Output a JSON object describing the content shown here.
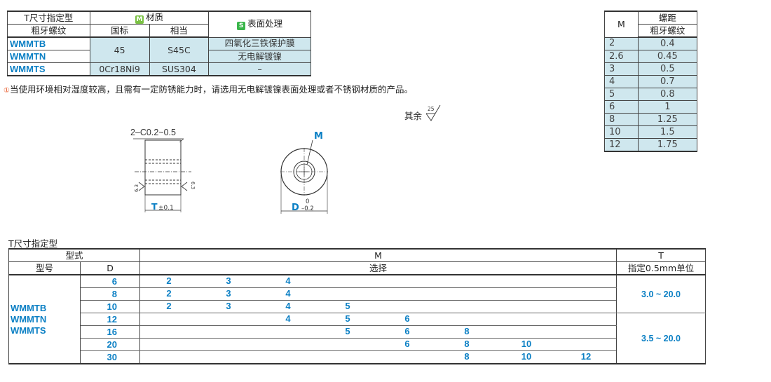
{
  "material_table": {
    "header_type_1": "T尺寸指定型",
    "header_type_2": "粗牙螺纹",
    "header_material_badge": "M",
    "header_material": "材质",
    "header_gb": "国标",
    "header_equiv": "相当",
    "header_surface_badge": "S",
    "header_surface": "表面处理",
    "rows": [
      {
        "product": "WMMTB",
        "gb": "45",
        "equiv": "S45C",
        "surface": "四氧化三铁保护膜"
      },
      {
        "product": "WMMTN",
        "surface": "无电解镀镍"
      },
      {
        "product": "WMMTS",
        "gb": "0Cr18Ni9",
        "equiv": "SUS304",
        "surface": "–"
      }
    ]
  },
  "note": {
    "mark": "①",
    "text": "当使用环境相对湿度较高，且需有一定防锈能力时，请选用无电解镀镍表面处理或者不锈钢材质的产品。"
  },
  "pitch_table": {
    "header_m": "M",
    "header_pitch_1": "螺距",
    "header_pitch_2": "粗牙螺纹",
    "rows": [
      {
        "m": "2",
        "p": "0.4"
      },
      {
        "m": "2.6",
        "p": "0.45"
      },
      {
        "m": "3",
        "p": "0.5"
      },
      {
        "m": "4",
        "p": "0.7"
      },
      {
        "m": "5",
        "p": "0.8"
      },
      {
        "m": "6",
        "p": "1"
      },
      {
        "m": "8",
        "p": "1.25"
      },
      {
        "m": "10",
        "p": "1.5"
      },
      {
        "m": "12",
        "p": "1.75"
      }
    ]
  },
  "drawing": {
    "chamfer": "2–C0.2~0.5",
    "roughness_side": "6.3",
    "t_label": "T",
    "t_tol": "±0.1",
    "m_label": "M",
    "d_label": "D",
    "d_tol_top": "0",
    "d_tol_bottom": "–0.2",
    "rest_label": "其余",
    "rest_roughness": "25"
  },
  "spec_table": {
    "title": "T尺寸指定型",
    "header_type": "型式",
    "header_model": "型号",
    "header_d": "D",
    "header_m": "M",
    "header_select": "选择",
    "header_t": "T",
    "header_t_unit": "指定0.5mm单位",
    "products": [
      "WMMTB",
      "WMMTN",
      "WMMTS"
    ],
    "rows": [
      {
        "d": "6",
        "m": [
          "2",
          "3",
          "4",
          "",
          "",
          "",
          "",
          ""
        ]
      },
      {
        "d": "8",
        "m": [
          "2",
          "3",
          "4",
          "",
          "",
          "",
          "",
          ""
        ]
      },
      {
        "d": "10",
        "m": [
          "2",
          "3",
          "4",
          "5",
          "",
          "",
          "",
          ""
        ]
      },
      {
        "d": "12",
        "m": [
          "",
          "",
          "4",
          "5",
          "6",
          "",
          "",
          ""
        ]
      },
      {
        "d": "16",
        "m": [
          "",
          "",
          "",
          "5",
          "6",
          "8",
          "",
          ""
        ]
      },
      {
        "d": "20",
        "m": [
          "",
          "",
          "",
          "",
          "6",
          "8",
          "10",
          ""
        ]
      },
      {
        "d": "30",
        "m": [
          "",
          "",
          "",
          "",
          "",
          "8",
          "10",
          "12"
        ]
      }
    ],
    "t_ranges": [
      "3.0 ~ 20.0",
      "3.5 ~ 20.0"
    ]
  }
}
